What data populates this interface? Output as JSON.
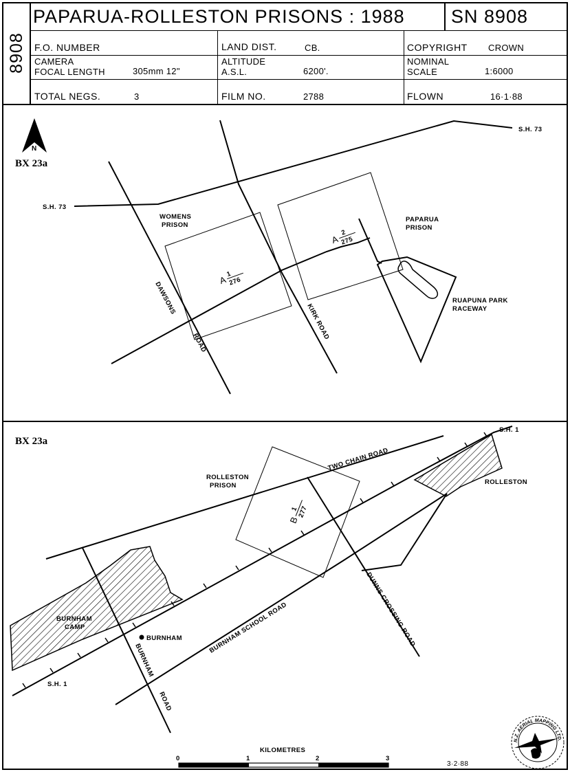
{
  "header": {
    "side_code": "8908",
    "title": "PAPARUA-ROLLESTON PRISONS : 1988",
    "sn": "SN 8908",
    "fo_number_label": "F.O. NUMBER",
    "land_dist_label": "LAND DIST.",
    "land_dist_value": "CB.",
    "copyright_label": "COPYRIGHT",
    "copyright_value": "CROWN",
    "camera_label": "CAMERA",
    "focal_length_label": "FOCAL LENGTH",
    "focal_length_value": "305mm 12\"",
    "altitude_label": "ALTITUDE",
    "asl_label": "A.S.L.",
    "altitude_value": "6200'.",
    "nominal_label": "NOMINAL",
    "scale_label": "SCALE",
    "scale_value": "1:6000",
    "total_negs_label": "TOTAL NEGS.",
    "total_negs_value": "3",
    "film_no_label": "FILM NO.",
    "film_no_value": "2788",
    "flown_label": "FLOWN",
    "flown_value": "16·1·88"
  },
  "map_top": {
    "north_label": "N",
    "sheet_id": "BX 23a",
    "labels": {
      "sh73_right": "S.H. 73",
      "sh73_left": "S.H. 73",
      "womens_1": "WOMENS",
      "womens_2": "PRISON",
      "paparua_1": "PAPARUA",
      "paparua_2": "PRISON",
      "dawsons": "DAWSONS",
      "road": "ROAD",
      "kirk_road": "KIRK ROAD",
      "ruapuna_1": "RUAPUNA PARK",
      "ruapuna_2": "RACEWAY"
    },
    "photos": [
      {
        "prefix": "A",
        "num": "1",
        "den": "276"
      },
      {
        "prefix": "A",
        "num": "2",
        "den": "275"
      }
    ]
  },
  "map_bottom": {
    "sheet_id": "BX 23a",
    "labels": {
      "sh1_right": "S.H. 1",
      "two_chain_road": "TWO CHAIN ROAD",
      "rolleston_prison_1": "ROLLESTON",
      "rolleston_prison_2": "PRISON",
      "rolleston": "ROLLESTON",
      "burnham_camp_1": "BURNHAM",
      "burnham_camp_2": "CAMP",
      "burnham": "BURNHAM",
      "burnham_school_road": "BURNHAM SCHOOL ROAD",
      "dunns_crossing_road": "DUNNS CROSSING ROAD",
      "burnham_road_1": "BURNHAM",
      "burnham_road_2": "ROAD",
      "sh1_left": "S.H. 1"
    },
    "photos": [
      {
        "prefix": "B",
        "num": "1",
        "den": "277"
      }
    ]
  },
  "scale_bar": {
    "unit_label": "KILOMETRES",
    "ticks": [
      "0",
      "1",
      "2",
      "3"
    ]
  },
  "footer": {
    "date": "3·2·88",
    "logo_text": "N.Z. AERIAL MAPPING LTD."
  }
}
